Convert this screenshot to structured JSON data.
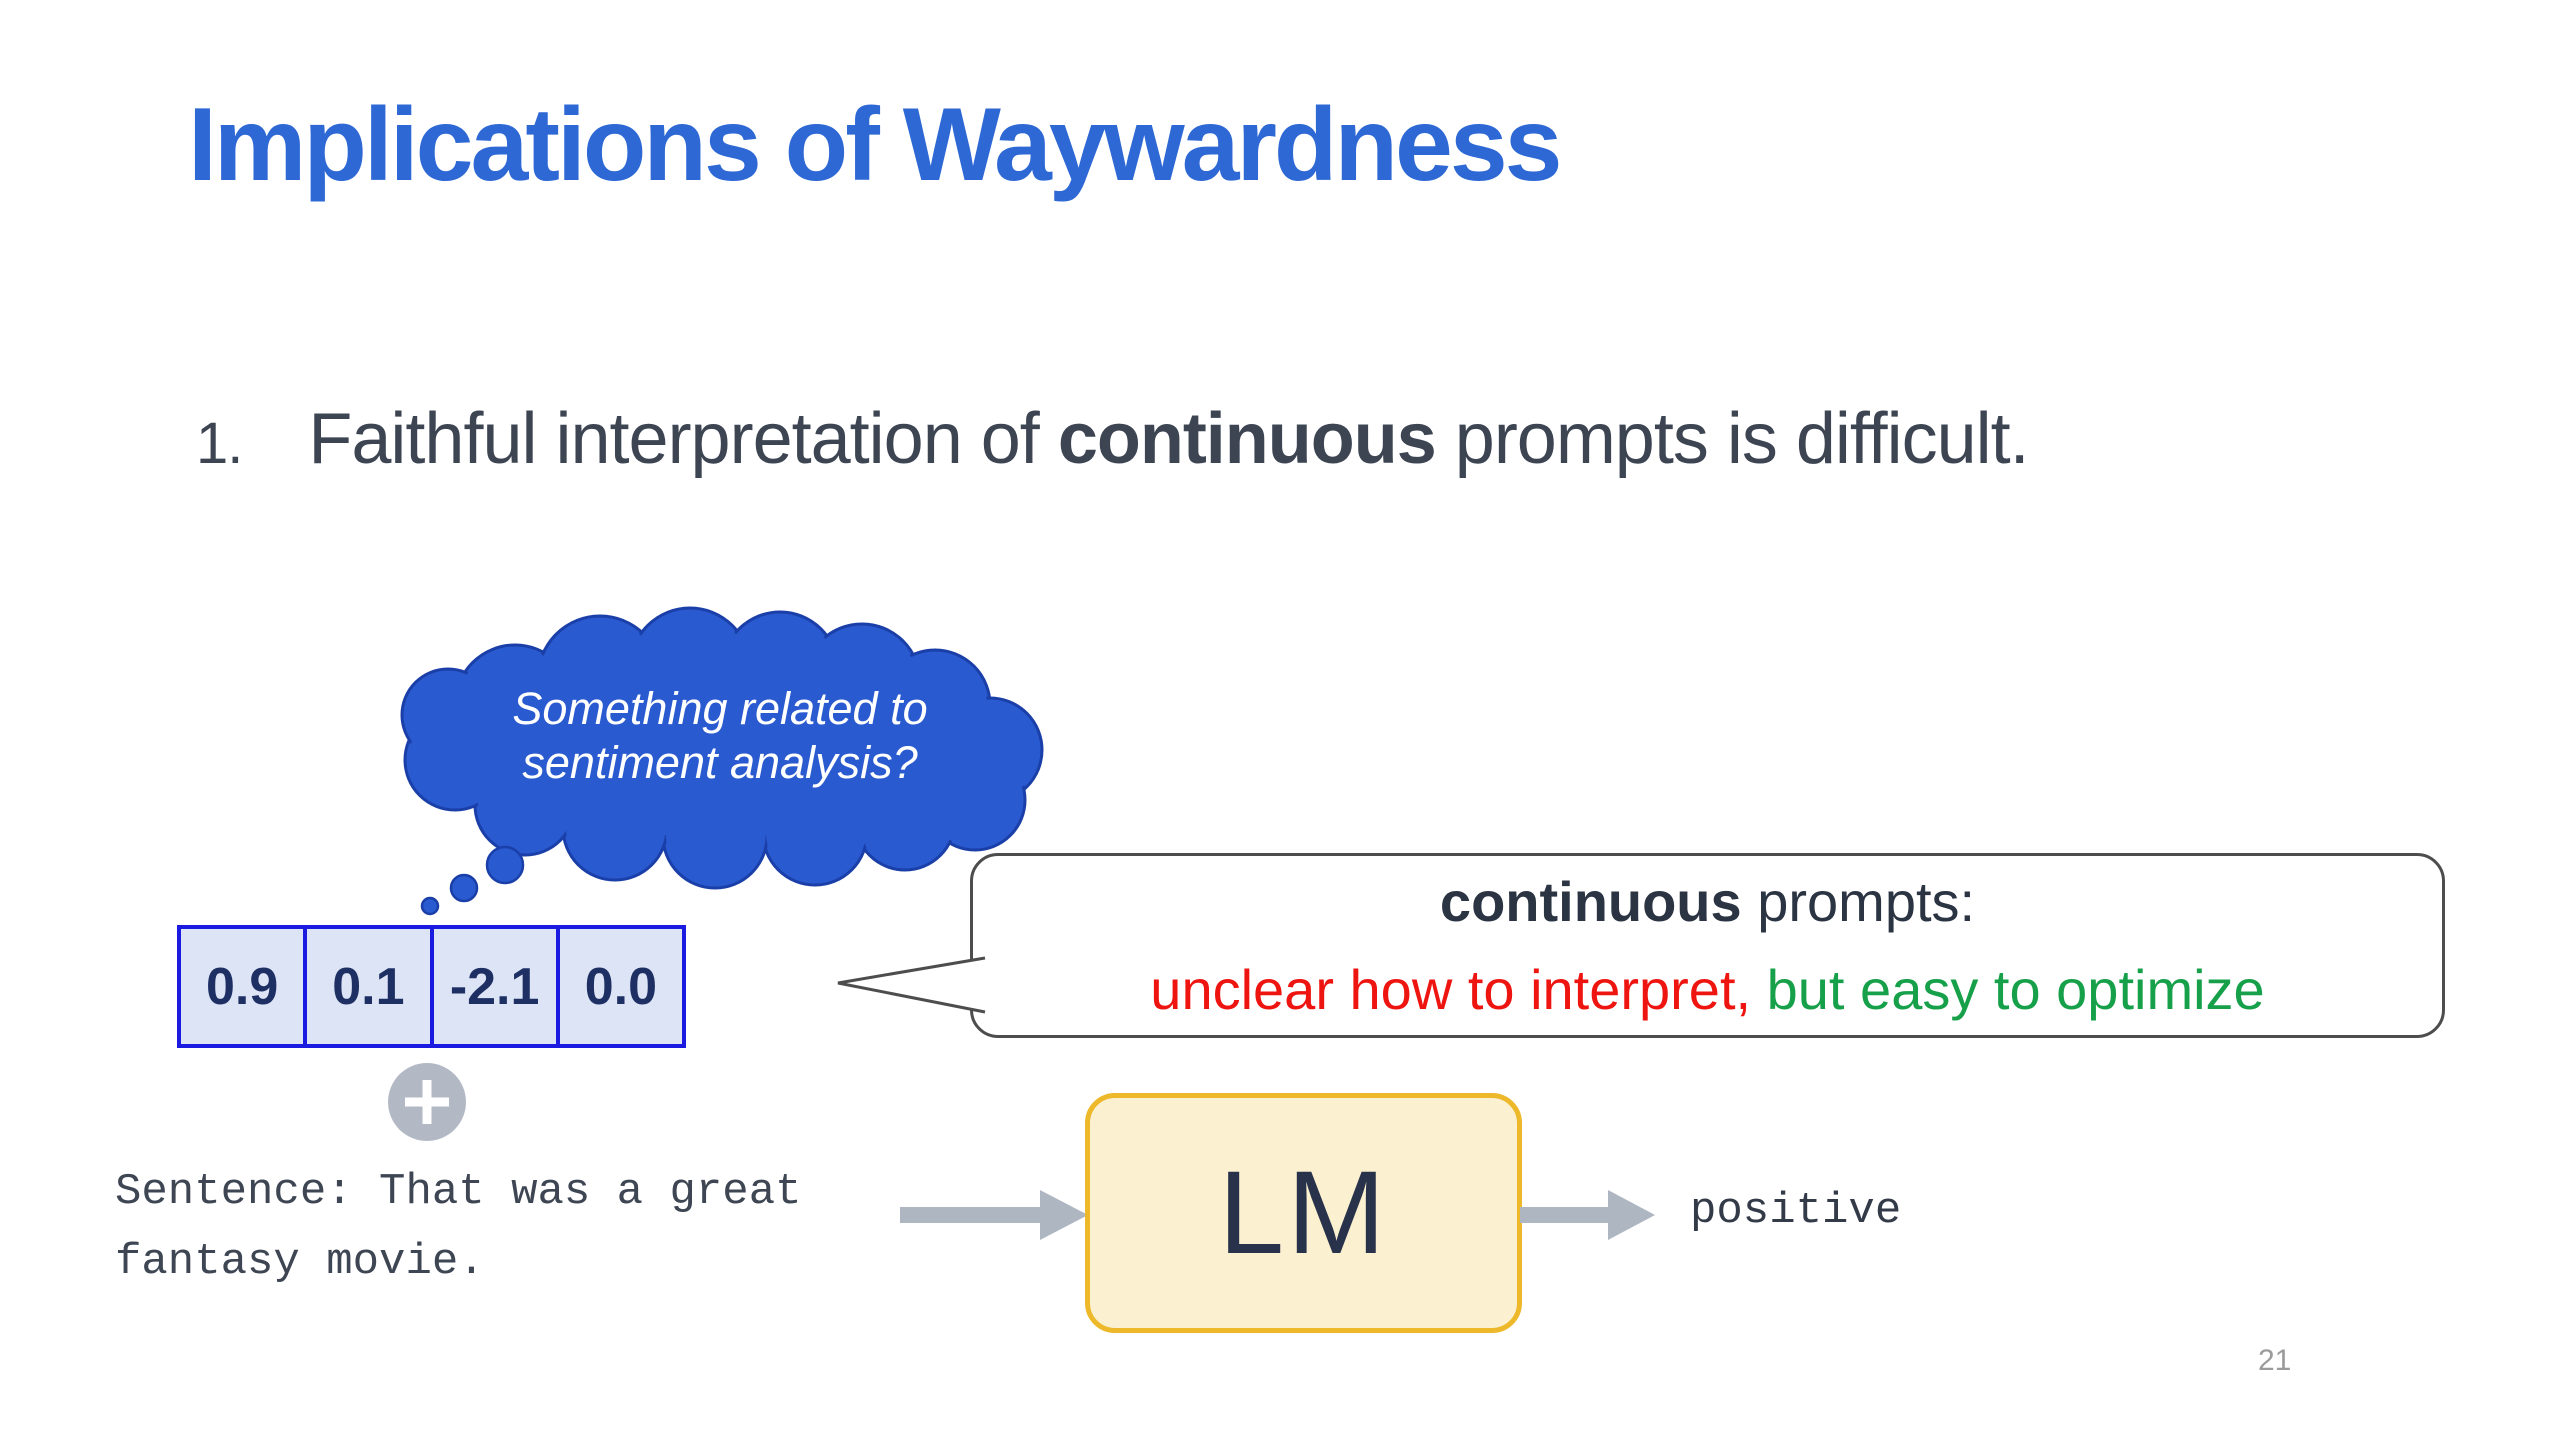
{
  "slide": {
    "title": "Implications of Waywardness",
    "point": {
      "number": "1.",
      "text_before": "Faithful interpretation of ",
      "text_bold": "continuous",
      "text_after": " prompts is difficult."
    },
    "thought": {
      "line1": "Something related to",
      "line2": "sentiment analysis?"
    },
    "vector": {
      "values": [
        "0.9",
        "0.1",
        "-2.1",
        "0.0"
      ]
    },
    "sentence": {
      "line1": "Sentence: That was a great",
      "line2": "fantasy movie."
    },
    "callout": {
      "line1_bold": "continuous",
      "line1_rest": " prompts:",
      "line2_red": "unclear how to interpret,",
      "line2_green": " but easy to optimize"
    },
    "lm_label": "LM",
    "output_label": "positive",
    "page_number": "21",
    "colors": {
      "title_blue": "#2e68d5",
      "body_text": "#3d4553",
      "cloud_fill": "#2a5ad0",
      "cloud_stroke": "#1a3fa8",
      "vector_border": "#1a1ae0",
      "vector_fill": "#dde4f6",
      "vector_text": "#1d2f63",
      "red": "#ee1510",
      "green": "#17a04a",
      "lm_fill": "#fbf0d0",
      "lm_border": "#edb829",
      "arrow_gray": "#aeb6c2",
      "mono_text": "#3e4653",
      "callout_border": "#4d4d4d",
      "page_gray": "#9b9b9b",
      "plus_gray": "#b2b9c5"
    }
  }
}
